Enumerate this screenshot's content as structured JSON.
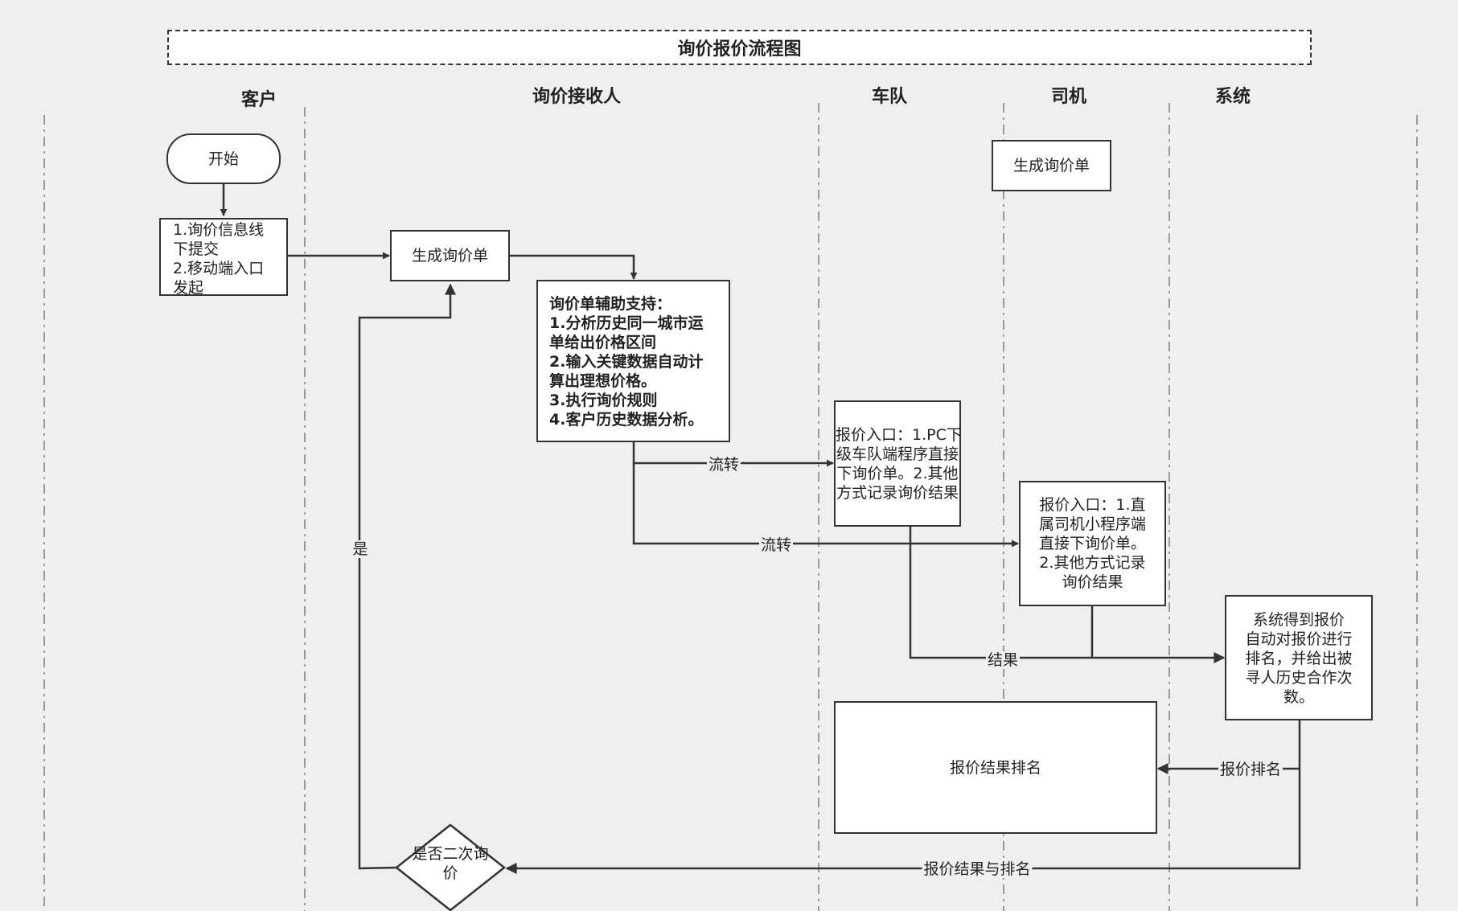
{
  "title": "询价报价流程图",
  "lanes": {
    "customer": "客户",
    "receiver": "询价接收人",
    "fleet": "车队",
    "driver": "司机",
    "system": "系统"
  },
  "nodes": {
    "start": "开始",
    "submit": [
      "1.询价信息线",
      "下提交",
      "2.移动端入口",
      "发起"
    ],
    "generate_1": "生成询价单",
    "generate_2": "生成询价单",
    "support": [
      "询价单辅助支持：",
      "1.分析历史同一城市运",
      "单给出价格区间",
      "2.输入关键数据自动计",
      "算出理想价格。",
      "3.执行询价规则",
      "4.客户历史数据分析。"
    ],
    "fleet_quote": [
      "报价入口：1.PC下",
      "级车队端程序直接",
      "下询价单。2.其他",
      "方式记录询价结果"
    ],
    "driver_quote": [
      "报价入口：1.直",
      "属司机小程序端",
      "直接下询价单。",
      "2.其他方式记录",
      "询价结果"
    ],
    "system_rank": [
      "系统得到报价",
      "自动对报价进行",
      "排名，并给出被",
      "寻人历史合作次",
      "数。"
    ],
    "ranking": "报价结果排名",
    "decision": [
      "是否二次询",
      "价"
    ]
  },
  "edge_labels": {
    "flow_1": "流转",
    "flow_2": "流转",
    "result": "结果",
    "rank": "报价排名",
    "result_rank": "报价结果与排名",
    "yes": "是"
  },
  "colors": {
    "line": "#333333",
    "lane_divider": "#9a9a9a",
    "background": "#efefef",
    "box": "#ffffff"
  }
}
